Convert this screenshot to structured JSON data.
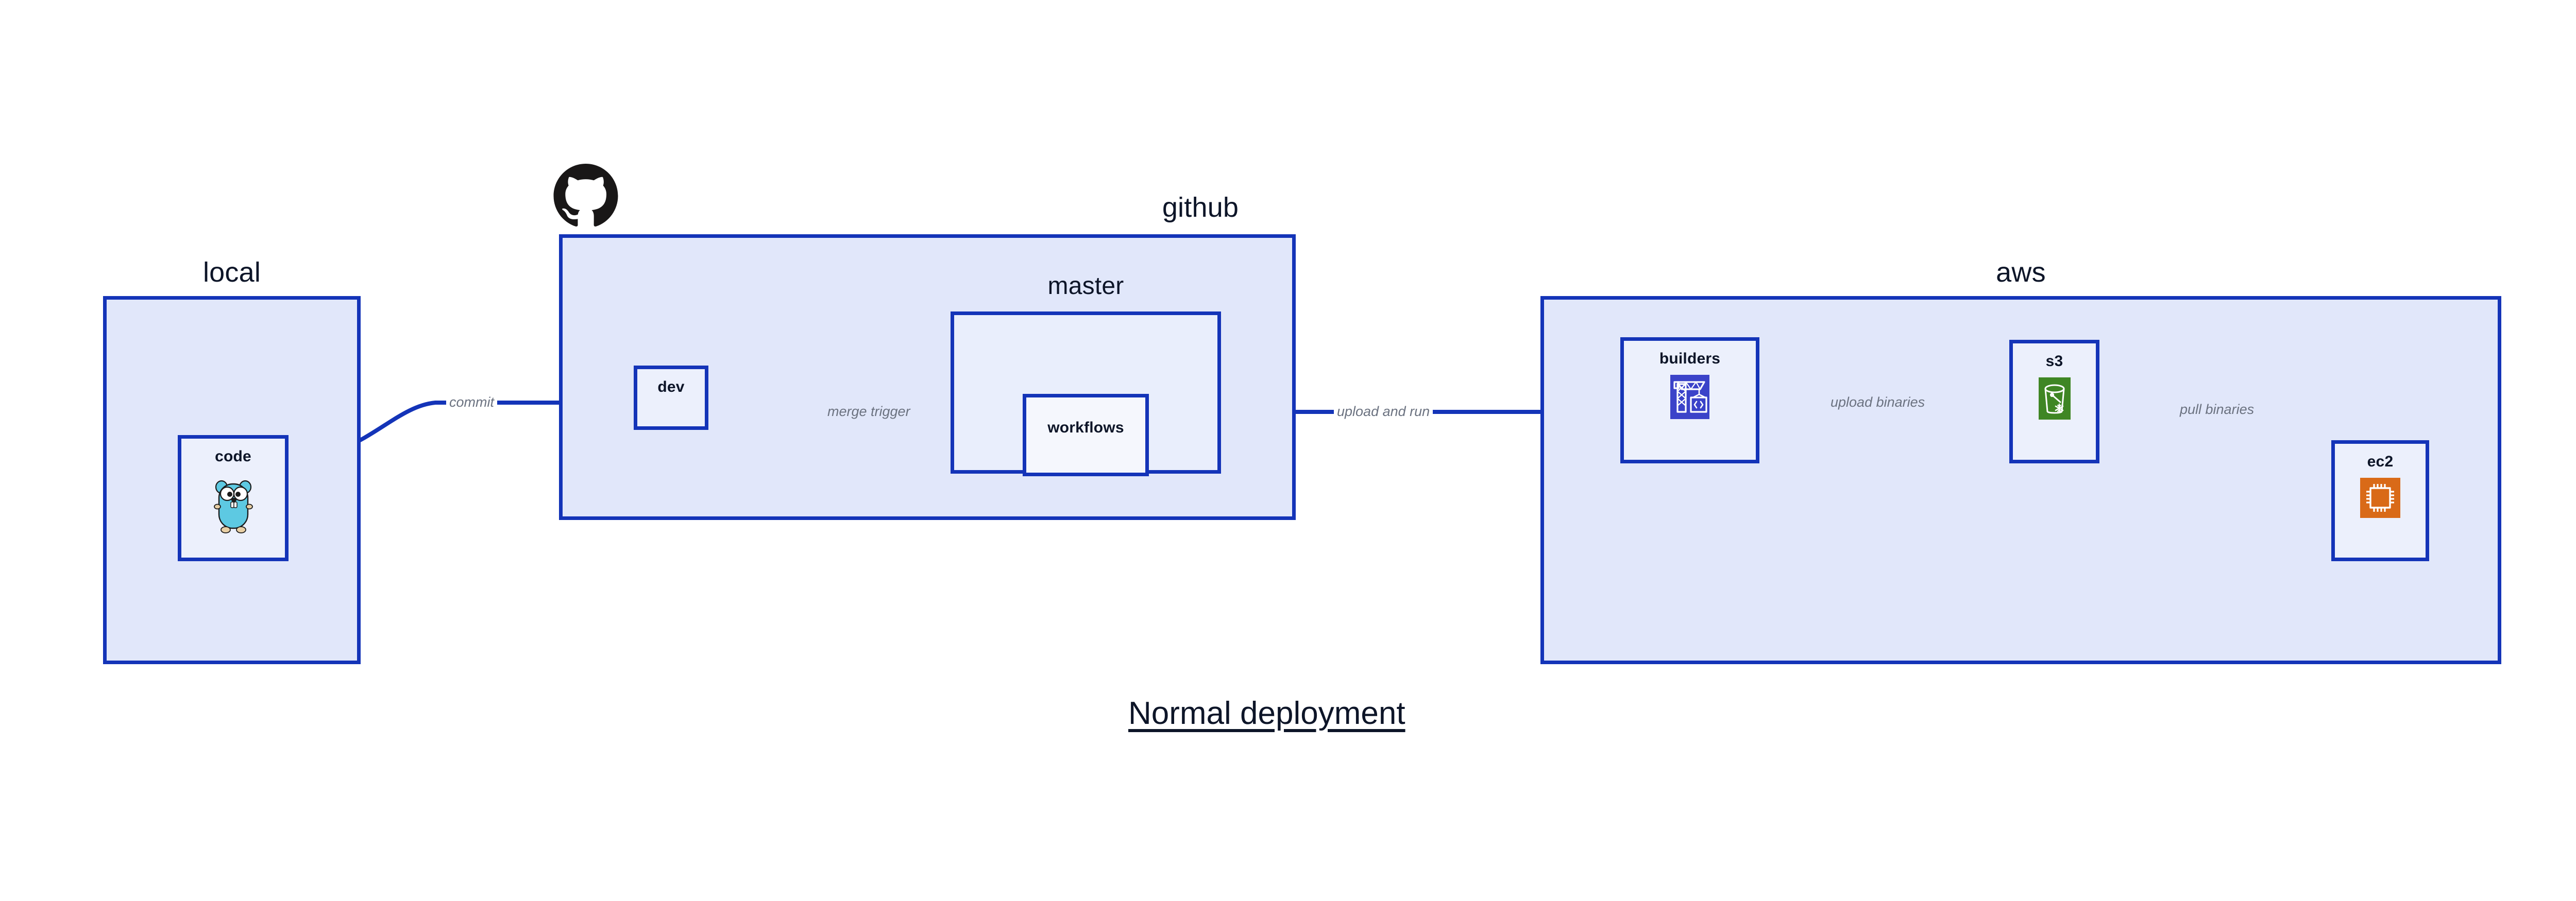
{
  "diagram": {
    "caption": "Normal deployment",
    "groups": [
      {
        "id": "local",
        "label": "local"
      },
      {
        "id": "github",
        "label": "github"
      },
      {
        "id": "master",
        "label": "master"
      },
      {
        "id": "aws",
        "label": "aws"
      }
    ],
    "nodes": [
      {
        "id": "code",
        "label": "code",
        "icon": "go-gopher-icon"
      },
      {
        "id": "dev",
        "label": "dev",
        "icon": "none"
      },
      {
        "id": "workflows",
        "label": "workflows",
        "icon": "none"
      },
      {
        "id": "builders",
        "label": "builders",
        "icon": "aws-builder-crane-icon"
      },
      {
        "id": "s3",
        "label": "s3",
        "icon": "aws-s3-glacier-bucket-icon"
      },
      {
        "id": "ec2",
        "label": "ec2",
        "icon": "aws-ec2-chip-icon"
      }
    ],
    "edges": [
      {
        "id": "commit",
        "label": "commit",
        "from": "code",
        "to": "dev"
      },
      {
        "id": "merge-trigger",
        "label": "merge trigger",
        "from": "dev",
        "to": "workflows"
      },
      {
        "id": "upload-and-run",
        "label": "upload and run",
        "from": "workflows",
        "to": "builders"
      },
      {
        "id": "upload-binaries",
        "label": "upload binaries",
        "from": "builders",
        "to": "s3"
      },
      {
        "id": "pull-binaries",
        "label": "pull binaries",
        "from": "s3",
        "to": "ec2"
      }
    ],
    "logos": [
      {
        "id": "github-octocat",
        "name": "github-octocat-logo"
      }
    ],
    "colors": {
      "edge": "#1434b8",
      "border": "#1434b8",
      "group_fill": "#e1e7fa",
      "inner_group_fill": "#e9eefc",
      "node_fill": "#ecf0fc",
      "node_fill_white": "#f5f7fd",
      "label_text": "#0d1528",
      "edge_label_text": "#6b7280",
      "gopher_body": "#5dc9e2",
      "builders_icon_bg": "#3b43c9",
      "s3_icon_bg": "#3f8624",
      "ec2_icon_bg": "#d96a18",
      "octocat": "#191717",
      "background": "#ffffff"
    }
  }
}
